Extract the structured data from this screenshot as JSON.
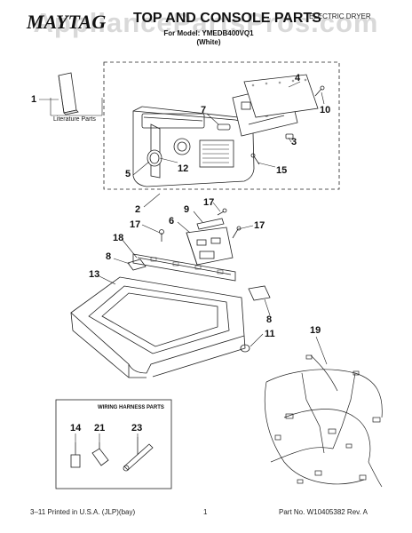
{
  "header": {
    "brand": "MAYTAG",
    "title": "TOP AND CONSOLE PARTS",
    "product": "ELECTRIC DRYER",
    "model_line": "For Model: YMEDB400VQ1",
    "color_line": "(White)"
  },
  "watermark": "AppliancePartsPros.com",
  "literature_label": "Literature Parts",
  "wiring_box_title": "WIRING HARNESS PARTS",
  "callouts": {
    "c1": "1",
    "c4": "4",
    "c10": "10",
    "c7": "7",
    "c3": "3",
    "c5": "5",
    "c12": "12",
    "c15": "15",
    "c2": "2",
    "c9": "9",
    "c17a": "17",
    "c17b": "17",
    "c17c": "17",
    "c6": "6",
    "c18": "18",
    "c8a": "8",
    "c8b": "8",
    "c13": "13",
    "c11": "11",
    "c19": "19",
    "c14": "14",
    "c21": "21",
    "c23": "23"
  },
  "footer": {
    "left": "3–11 Printed in U.S.A. (JLP)(bay)",
    "center": "1",
    "right": "Part No. W10405382 Rev. A"
  }
}
